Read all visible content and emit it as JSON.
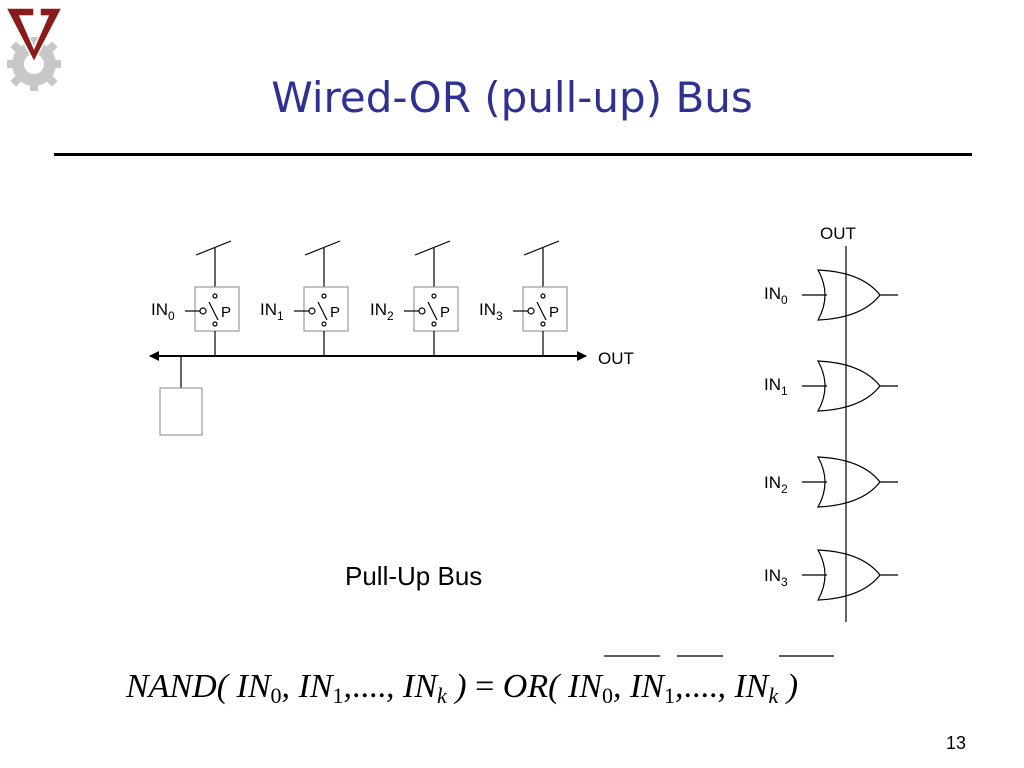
{
  "slide": {
    "title": "Wired-OR (pull-up) Bus",
    "number": "13"
  },
  "bus_diagram": {
    "inputs": [
      {
        "base": "IN",
        "sub": "0",
        "switch_label": "P"
      },
      {
        "base": "IN",
        "sub": "1",
        "switch_label": "P"
      },
      {
        "base": "IN",
        "sub": "2",
        "switch_label": "P"
      },
      {
        "base": "IN",
        "sub": "3",
        "switch_label": "P"
      }
    ],
    "out_label": "OUT",
    "caption": "Pull-Up Bus"
  },
  "gate_diagram": {
    "out_label": "OUT",
    "inputs": [
      {
        "base": "IN",
        "sub": "0"
      },
      {
        "base": "IN",
        "sub": "1"
      },
      {
        "base": "IN",
        "sub": "2"
      },
      {
        "base": "IN",
        "sub": "3"
      }
    ]
  },
  "formula": {
    "lhs_func": "NAND",
    "args": [
      {
        "base": "IN",
        "sub": "0"
      },
      {
        "base": "IN",
        "sub": "1"
      },
      {
        "base": "IN",
        "sub": "k"
      }
    ],
    "ellipsis": "....",
    "equals": "=",
    "rhs_func": "OR"
  },
  "colors": {
    "title": "#2e3192",
    "logo_gear": "#c8c8c8",
    "logo_mark": "#8b1a1a"
  }
}
